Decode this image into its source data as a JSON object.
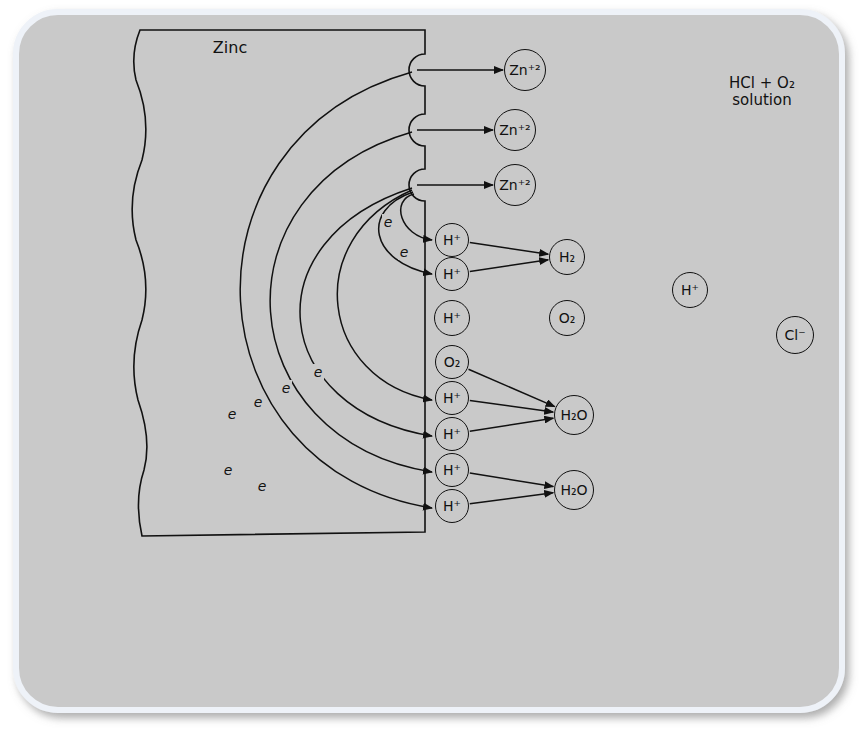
{
  "diagram": {
    "nodes": [
      {
        "text": [
          "Zn⁺²"
        ]
      },
      {
        "text": [
          "Zn⁺²"
        ]
      },
      {
        "text": [
          "Zn⁺²"
        ]
      },
      {
        "text": [
          "H⁺"
        ]
      },
      {
        "text": [
          "H⁺"
        ]
      },
      {
        "text": [
          "H₂"
        ]
      },
      {
        "text": [
          "H⁺"
        ]
      },
      {
        "text": [
          "O₂"
        ]
      },
      {
        "text": [
          "H⁺"
        ]
      },
      {
        "text": [
          "Cl⁻"
        ]
      },
      {
        "text": [
          "O₂"
        ]
      },
      {
        "text": [
          "H⁺"
        ]
      },
      {
        "text": [
          "H⁺"
        ]
      },
      {
        "text": [
          "H⁺"
        ]
      },
      {
        "text": [
          "H⁺"
        ]
      },
      {
        "text": [
          "H₂O"
        ]
      },
      {
        "text": [
          "H₂O"
        ]
      }
    ],
    "edges": [
      {
        "from": 3,
        "to": 5,
        "arrow": "to"
      },
      {
        "from": 4,
        "to": 5,
        "arrow": "to"
      },
      {
        "from": 10,
        "to": 15,
        "arrow": "to"
      },
      {
        "from": 11,
        "to": 15,
        "arrow": "to"
      },
      {
        "from": 12,
        "to": 15,
        "arrow": "to"
      },
      {
        "from": 13,
        "to": 16,
        "arrow": "to"
      },
      {
        "from": 14,
        "to": 16,
        "arrow": "to"
      }
    ],
    "labels": [
      "Zinc",
      "HCl + O₂ solution",
      "e",
      "e",
      "e",
      "e",
      "e",
      "e",
      "e",
      "e"
    ]
  }
}
